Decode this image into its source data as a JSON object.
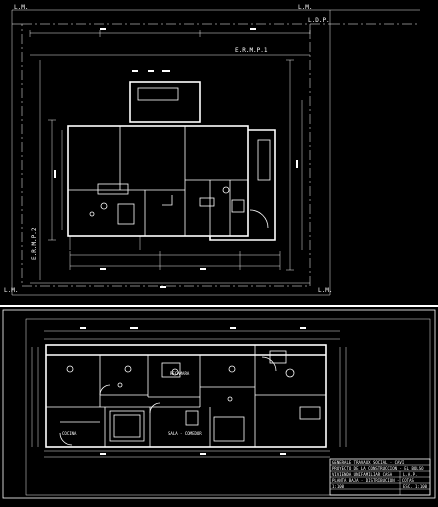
{
  "site_plan": {
    "top_left_label": "L.M.",
    "top_right_label": "L.M.",
    "top_right_label_2": "L.D.P.",
    "bottom_left_label": "L.M.",
    "bottom_right_label": "L.M.",
    "street_top": "E.R.M.P.1",
    "street_left": "E.R.M.P.2"
  },
  "floor_plan": {
    "title_block": {
      "line1": "GENERALE TRAVAUX SOCIAL - CAVI",
      "line2": "PROYECTO DE LA CONSTRUCCION - EL BOLSO",
      "line3": "VIVIENDA UNIFAMILIAR CASA",
      "line4": "PLANTA BAJA - DISTRIBUCION - COTAS",
      "line5": "1:100",
      "line6": "L.A.P.",
      "line7": "ESC. 1:100"
    },
    "rooms": {
      "r1": "COCINA",
      "r2": "SALA - COMEDOR",
      "r3": "RECAMARA"
    }
  }
}
